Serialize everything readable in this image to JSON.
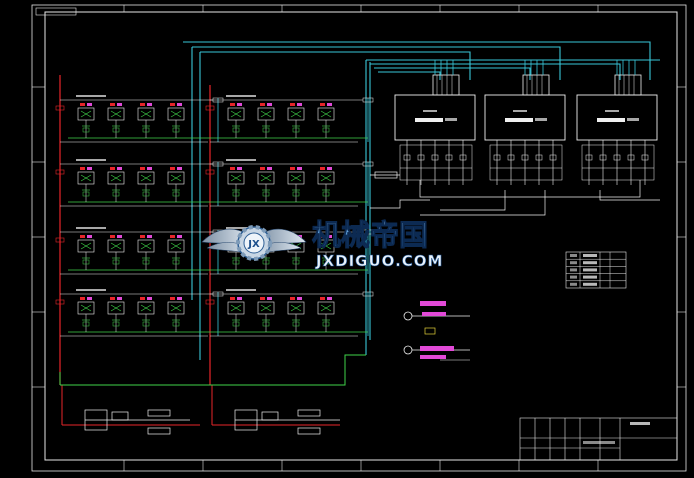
{
  "watermark": {
    "brand_cn": "机械帝国",
    "brand_en": "JXDIGUO.COM",
    "emblem_text": "JX"
  },
  "colors": {
    "background": "#000000",
    "frame": "#e6e6e6",
    "riser_red": "#e8262a",
    "pipe_cyan": "#39c6d8",
    "pipe_green": "#3fd34a",
    "equipment": "#f0f0f0",
    "accent_magenta": "#e24ad8",
    "yellow": "#e6d23a",
    "watermark_blue": "#4a8fd0",
    "watermark_steel": "#b8c8d8"
  },
  "icons": [
    "gear-emblem-icon",
    "wing-icon"
  ]
}
